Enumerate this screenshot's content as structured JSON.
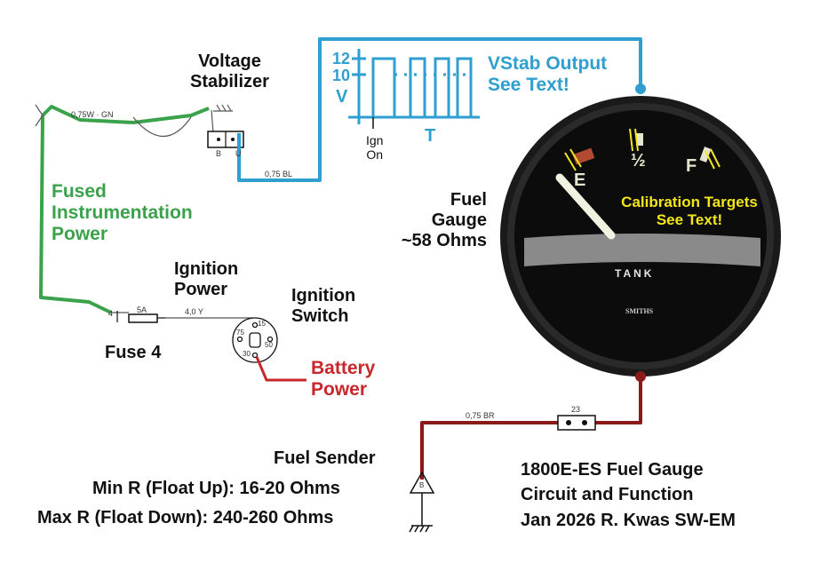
{
  "labels": {
    "voltage_stabilizer": [
      "Voltage",
      "Stabilizer"
    ],
    "fused_power": [
      "Fused",
      "Instrumentation",
      "Power"
    ],
    "ignition_power": [
      "Ignition",
      "Power"
    ],
    "ignition_switch": [
      "Ignition",
      "Switch"
    ],
    "fuse": "Fuse 4",
    "battery_power": [
      "Battery",
      "Power"
    ],
    "vstab_output": [
      "VStab Output",
      "See Text!"
    ],
    "fuel_gauge": [
      "Fuel",
      "Gauge",
      "~58 Ohms"
    ],
    "calibration": [
      "Calibration Targets",
      "See Text!"
    ],
    "fuel_sender": "Fuel Sender",
    "min_r": "Min R (Float Up): 16-20 Ohms",
    "max_r": "Max R (Float Down): 240-260 Ohms",
    "title": [
      "1800E-ES Fuel Gauge",
      "Circuit and Function",
      "Jan 2026 R. Kwas SW-EM"
    ]
  },
  "waveform": {
    "y_tick_12": "12",
    "y_tick_10": "10",
    "y_label": "V",
    "x_label": "T",
    "ign_on": [
      "Ign",
      "On"
    ]
  },
  "wire_tags": {
    "gn": "0,75W · GN",
    "bl": "0,75 BL",
    "br": "0,75 BR",
    "ig": "4,0 Y",
    "fuse_rating": "5A",
    "fuse_terminal": "4",
    "connector": "23",
    "stab_b": "B",
    "stab_u": "U",
    "sender_b": "B",
    "sw_15": "15",
    "sw_75": "75",
    "sw_50": "50",
    "sw_30": "30"
  },
  "gauge": {
    "e": "E",
    "half": "½",
    "f": "F",
    "tank": "TANK",
    "brand": "SMITHS"
  },
  "colors": {
    "green_wire": "#3aa24a",
    "blue_wire": "#2e9fd0",
    "brown_wire": "#8b1a1a",
    "battery_red": "#c8282c",
    "calibration_yellow": "#f2e61a"
  }
}
